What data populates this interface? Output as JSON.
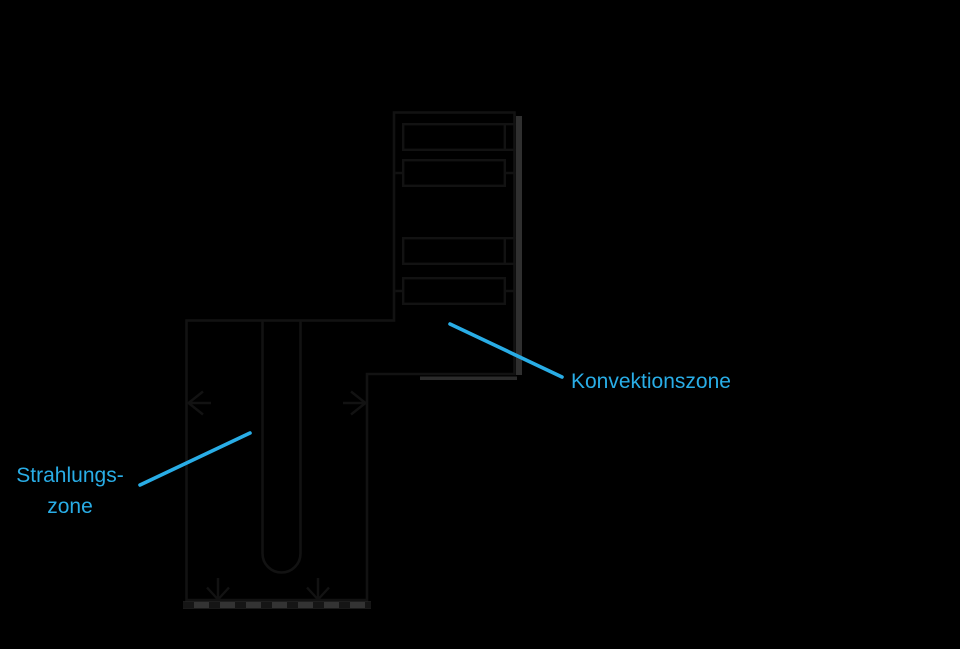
{
  "diagram": {
    "type": "process-furnace-schematic",
    "labels": {
      "radiation_zone_line1": "Strahlungs-",
      "radiation_zone_line2": "zone",
      "convection_zone": "Konvektionszone"
    },
    "colors": {
      "background": "#000000",
      "furnace_fill": "#e8e8e8",
      "outline": "#121212",
      "tube_bank_fill": "#ffffff",
      "accent": "#29ade6",
      "shadow": "#2f2f2f",
      "floor_band": "#333333"
    },
    "structure": {
      "tube_bank_count": 4,
      "burner_arrow_count": 4,
      "coil_shape": "u-tube"
    }
  }
}
